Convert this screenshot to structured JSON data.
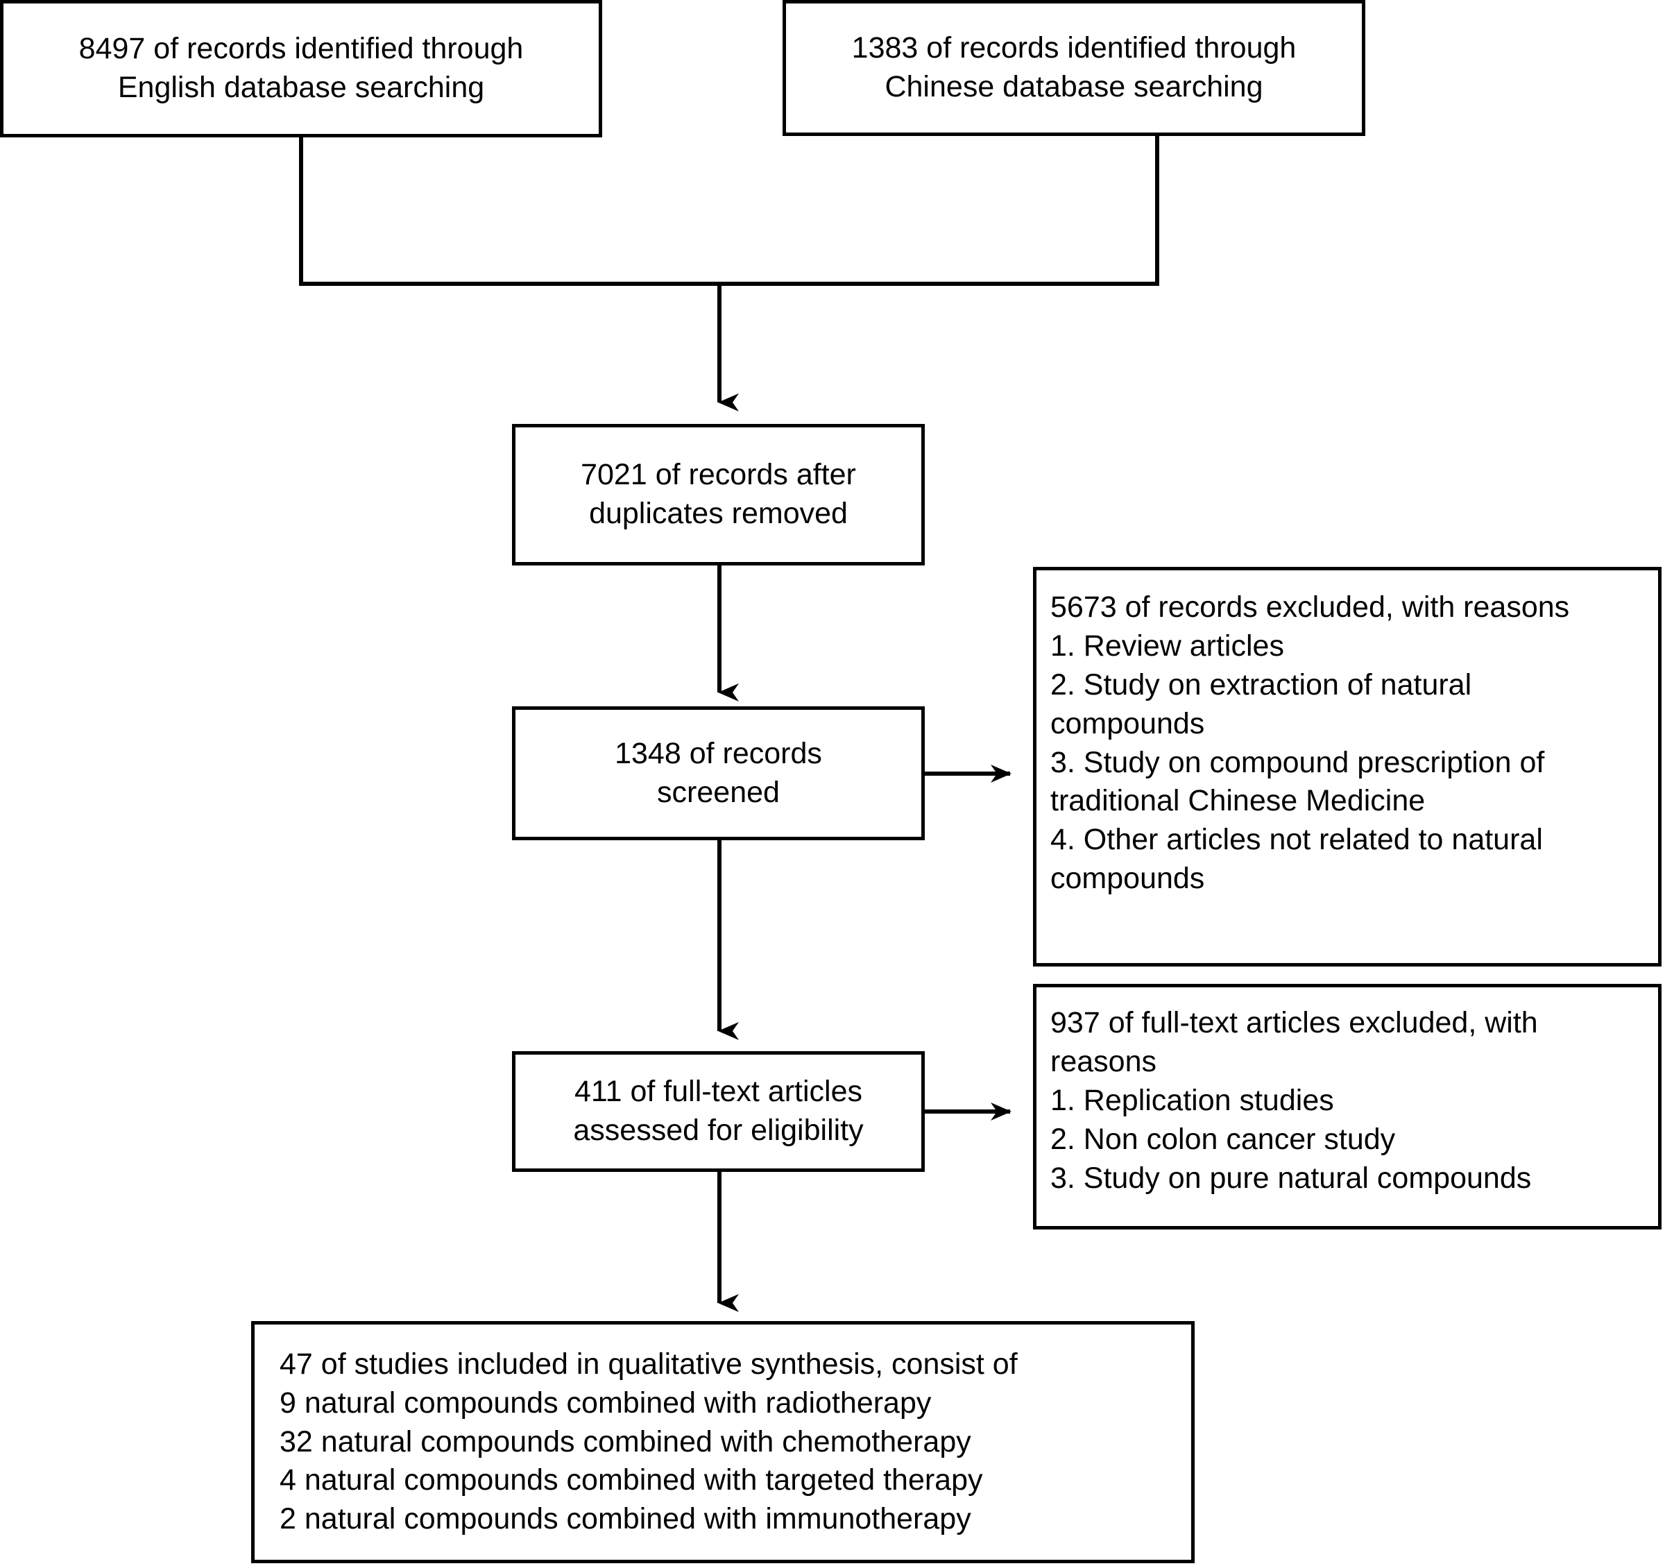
{
  "diagram": {
    "type": "prisma-flow-diagram",
    "title": "",
    "colors": {
      "box_border": "#000000",
      "box_fill": "#ffffff",
      "connector": "#000000",
      "text": "#000000"
    },
    "nodes": {
      "identification_english": {
        "label": "8497 of records identified through\nEnglish database searching",
        "count": 8497,
        "stage": "identification"
      },
      "identification_chinese": {
        "label": "1383 of records identified through\nChinese database searching",
        "count": 1383,
        "stage": "identification"
      },
      "after_duplicates": {
        "label": "7021 of records after\nduplicates removed",
        "count": 7021,
        "stage": "identification"
      },
      "records_screened": {
        "label": "1348 of records\nscreened",
        "count": 1348,
        "stage": "screening"
      },
      "records_excluded": {
        "label": "5673 of records excluded, with reasons\n1. Review articles\n2. Study on extraction of natural\ncompounds\n3. Study on compound prescription of\ntraditional Chinese Medicine\n4. Other articles not related to natural\ncompounds",
        "count": 5673,
        "stage": "screening",
        "reasons": [
          "1. Review articles",
          "2. Study on extraction of natural compounds",
          "3. Study on compound prescription of traditional Chinese Medicine",
          "4. Other articles not related to natural compounds"
        ]
      },
      "fulltext_assessed": {
        "label": "411 of full-text articles\nassessed for eligibility",
        "count": 411,
        "stage": "eligibility"
      },
      "fulltext_excluded": {
        "label": "937 of full-text articles excluded, with\nreasons\n1. Replication studies\n2. Non colon cancer study\n3. Study on pure natural compounds",
        "count": 937,
        "stage": "eligibility",
        "reasons": [
          "1. Replication studies",
          "2. Non colon cancer study",
          "3. Study on pure natural compounds"
        ]
      },
      "included_synthesis": {
        "label": "47 of studies included in qualitative synthesis, consist of\n9 natural compounds combined with radiotherapy\n32 natural compounds combined with chemotherapy\n4 natural compounds combined with targeted therapy\n2 natural compounds combined with immunotherapy",
        "count": 47,
        "stage": "included",
        "breakdown": [
          {
            "count": 9,
            "label": "9 natural compounds combined with radiotherapy"
          },
          {
            "count": 32,
            "label": "32 natural compounds combined with chemotherapy"
          },
          {
            "count": 4,
            "label": "4 natural compounds combined with targeted therapy"
          },
          {
            "count": 2,
            "label": "2 natural compounds combined with immunotherapy"
          }
        ]
      }
    },
    "connectors": [
      {
        "from": "identification_english",
        "to": "after_duplicates",
        "style": "elbow-merge-arrow"
      },
      {
        "from": "identification_chinese",
        "to": "after_duplicates",
        "style": "elbow-merge-arrow"
      },
      {
        "from": "after_duplicates",
        "to": "records_screened",
        "style": "vertical-arrow"
      },
      {
        "from": "records_screened",
        "to": "records_excluded",
        "style": "horizontal-arrow"
      },
      {
        "from": "records_screened",
        "to": "fulltext_assessed",
        "style": "vertical-arrow"
      },
      {
        "from": "fulltext_assessed",
        "to": "fulltext_excluded",
        "style": "horizontal-arrow"
      },
      {
        "from": "fulltext_assessed",
        "to": "included_synthesis",
        "style": "vertical-arrow"
      }
    ]
  }
}
